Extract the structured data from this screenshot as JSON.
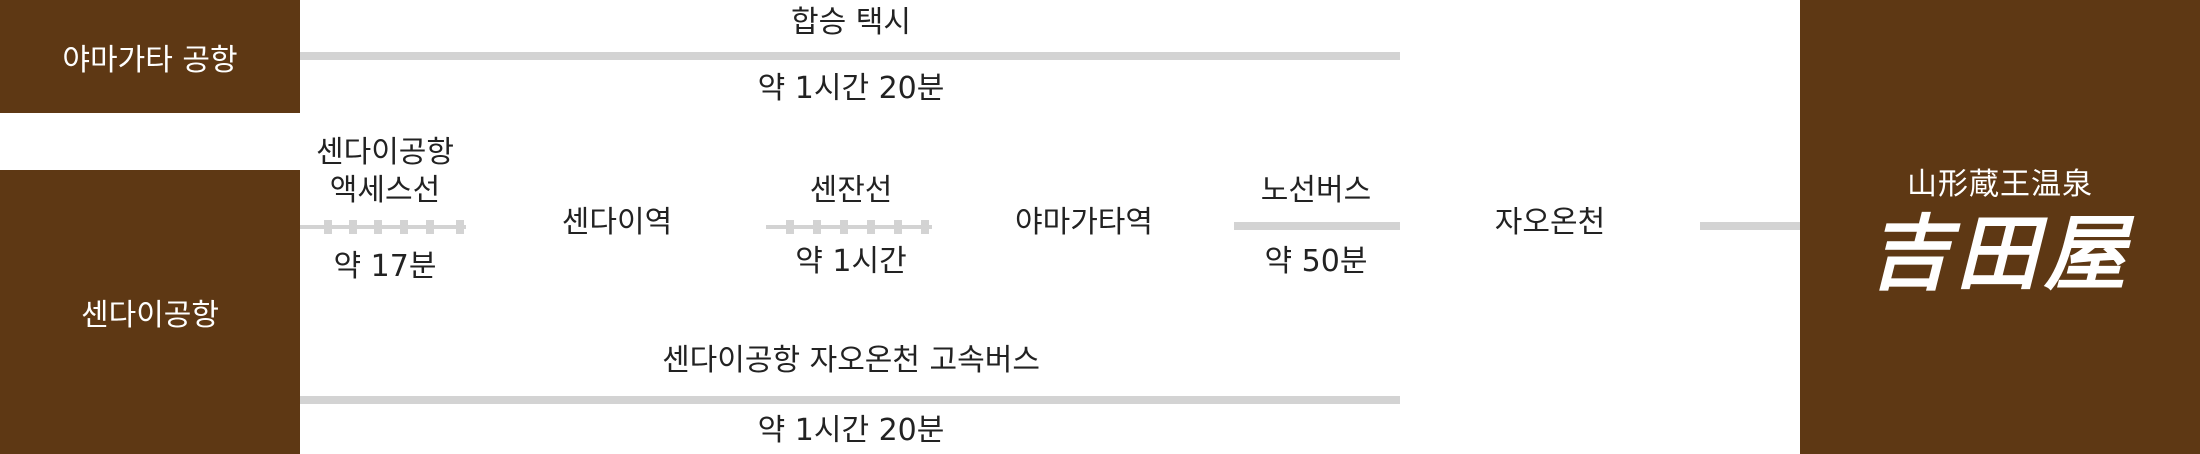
{
  "origins": {
    "yamagata_airport": "야마가타 공항",
    "sendai_airport": "센다이공항"
  },
  "routes": {
    "shared_taxi": {
      "label": "합승 택시",
      "time": "약 1시간 20분"
    },
    "airport_access": {
      "label_line1": "센다이공항",
      "label_line2": "액세스선",
      "time": "약 17분"
    },
    "sendai_station": "센다이역",
    "senzan_line": {
      "label": "센잔선",
      "time": "약 1시간"
    },
    "yamagata_station": "야마가타역",
    "route_bus": {
      "label": "노선버스",
      "time": "약 50분"
    },
    "zao_onsen": "자오온천",
    "highway_bus": {
      "label": "센다이공항 자오온천 고속버스",
      "time": "약 1시간 20분"
    }
  },
  "destination": {
    "subtitle": "山形蔵王温泉",
    "name": "吉田屋"
  },
  "colors": {
    "box_brown": "#5e3814",
    "line_gray": "#d3d3d3",
    "text": "#222222"
  }
}
